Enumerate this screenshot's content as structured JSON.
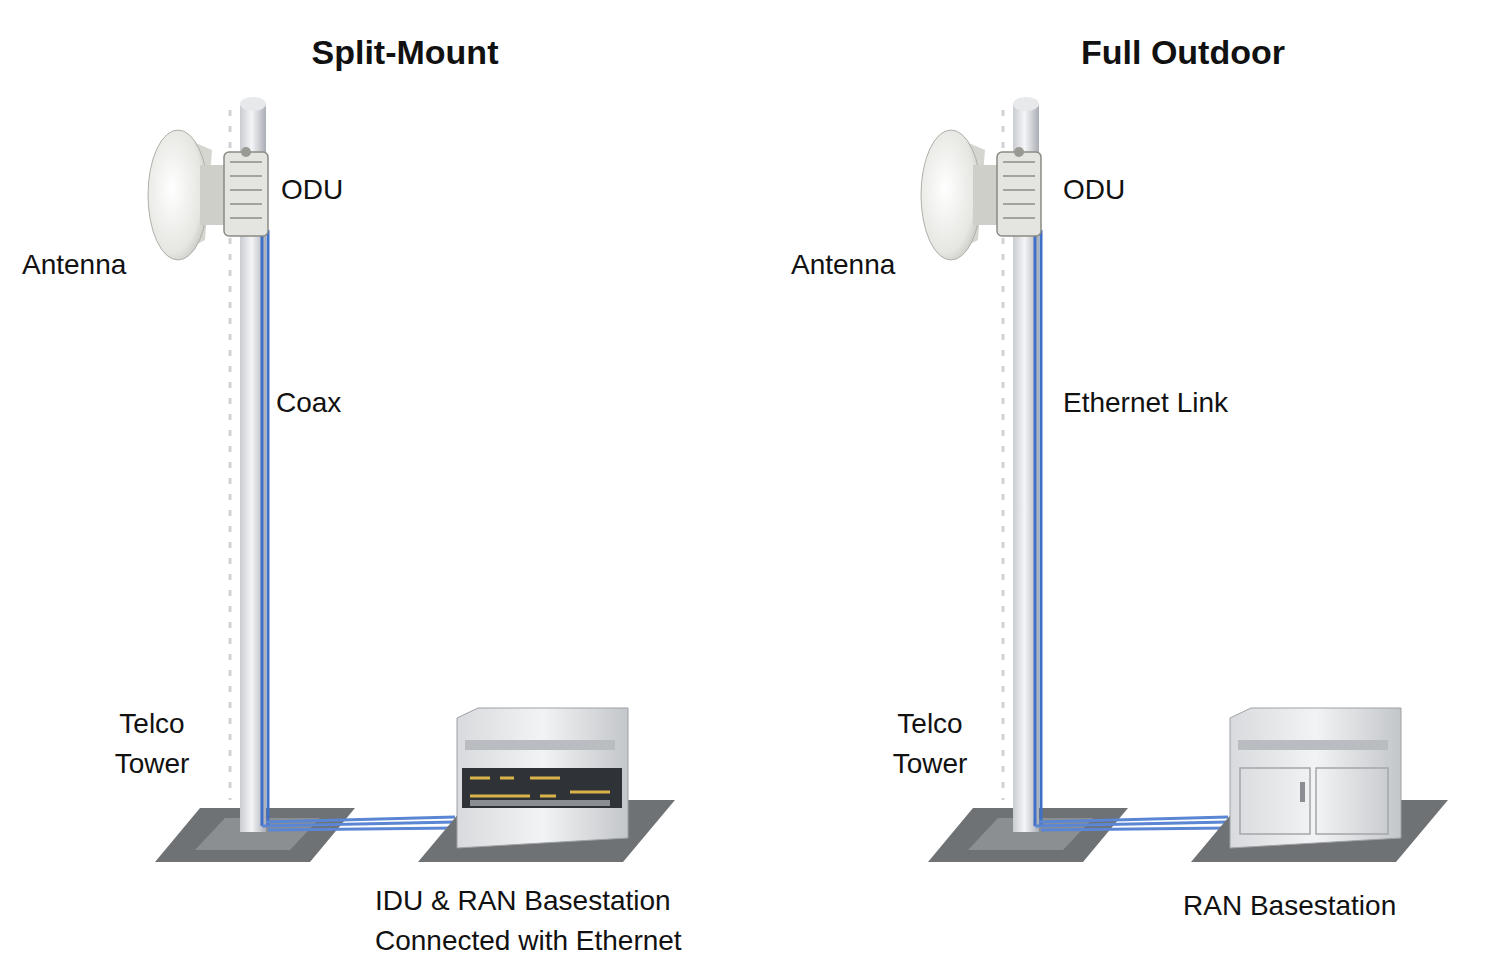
{
  "diagram": {
    "labels": [
      "Split-Mount",
      "ODU",
      "Antenna",
      "Coax",
      "Telco Tower",
      "IDU & RAN Basestation Connected with Ethernet",
      "Full Outdoor",
      "ODU",
      "Antenna",
      "Ethernet Link",
      "Telco Tower",
      "RAN Basestation"
    ]
  }
}
